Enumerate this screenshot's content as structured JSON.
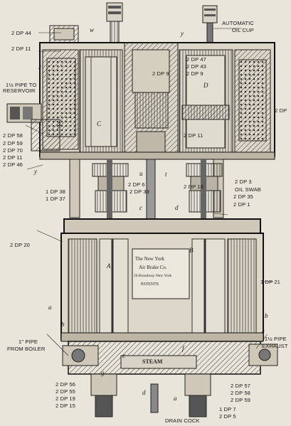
{
  "figure": {
    "labels_left": [
      {
        "id": "dp44",
        "text": "2 DP 44"
      },
      {
        "id": "dp11a",
        "text": "2 DP 11"
      },
      {
        "id": "pipe_res",
        "text": "1½ PIPE TO"
      },
      {
        "id": "pipe_res2",
        "text": "RESERVOIR"
      },
      {
        "id": "dp58",
        "text": "2 DP 58"
      },
      {
        "id": "dp59",
        "text": "2 DP 59"
      },
      {
        "id": "dp70",
        "text": "2 DP 70"
      },
      {
        "id": "dp11b",
        "text": "2 DP 11"
      },
      {
        "id": "dp46",
        "text": "2 DP 46"
      },
      {
        "id": "dp38",
        "text": "1 DP 38"
      },
      {
        "id": "dp37",
        "text": "1 DP 37"
      },
      {
        "id": "dp20",
        "text": "2 DP 20"
      },
      {
        "id": "pipe_boiler",
        "text": "1\" PIPE"
      },
      {
        "id": "pipe_boiler2",
        "text": "FROM BOILER"
      },
      {
        "id": "dp56",
        "text": "2 DP 56"
      },
      {
        "id": "dp55",
        "text": "2 DP 55"
      },
      {
        "id": "dp19",
        "text": "2 DP 19"
      },
      {
        "id": "dp15",
        "text": "2 DP 15"
      }
    ],
    "labels_right": [
      {
        "id": "auto1",
        "text": "AUTOMATIC"
      },
      {
        "id": "auto2",
        "text": "OIL CUP"
      },
      {
        "id": "dp47",
        "text": "2 DP 47"
      },
      {
        "id": "dp43",
        "text": "2 DP 43"
      },
      {
        "id": "dp9a",
        "text": "2 DP 9"
      },
      {
        "id": "dp2dp",
        "text": "2 DP"
      },
      {
        "id": "dp3",
        "text": "2 DP 3"
      },
      {
        "id": "oilswab",
        "text": "OIL SWAB"
      },
      {
        "id": "dp35",
        "text": "2 DP 35"
      },
      {
        "id": "dp1",
        "text": "2 DP 1"
      },
      {
        "id": "dp21",
        "text": "1 DP 21"
      },
      {
        "id": "pipe_ex",
        "text": "1½ PIPE"
      },
      {
        "id": "pipe_ex2",
        "text": "EXHAUST"
      },
      {
        "id": "dp57",
        "text": "2 DP 57"
      },
      {
        "id": "dp58b",
        "text": "2 DP 58"
      },
      {
        "id": "dp59b",
        "text": "2 DP 59"
      },
      {
        "id": "dp7",
        "text": "1 DP 7"
      },
      {
        "id": "dp5",
        "text": "2 DP 5"
      },
      {
        "id": "drain",
        "text": "DRAIN COCK"
      }
    ],
    "labels_center": [
      {
        "id": "dp18",
        "text": "2 DP 18"
      },
      {
        "id": "dp6",
        "text": "2 DP 6"
      },
      {
        "id": "dp39",
        "text": "2 DP 39"
      },
      {
        "id": "dp9b",
        "text": "2 DP 9"
      },
      {
        "id": "dp11c",
        "text": "2 DP 11"
      }
    ],
    "letters": [
      "w",
      "y",
      "x",
      "z",
      "C",
      "D",
      "y",
      "t",
      "u",
      "c",
      "d",
      "B",
      "A",
      "a",
      "b",
      "b",
      "c",
      "e",
      "f",
      "g",
      "d",
      "a"
    ],
    "plate": [
      "The New York",
      "Air Brake Co.",
      "26 Broadway New York",
      "PATENTS"
    ],
    "steam_label": "STEAM"
  }
}
